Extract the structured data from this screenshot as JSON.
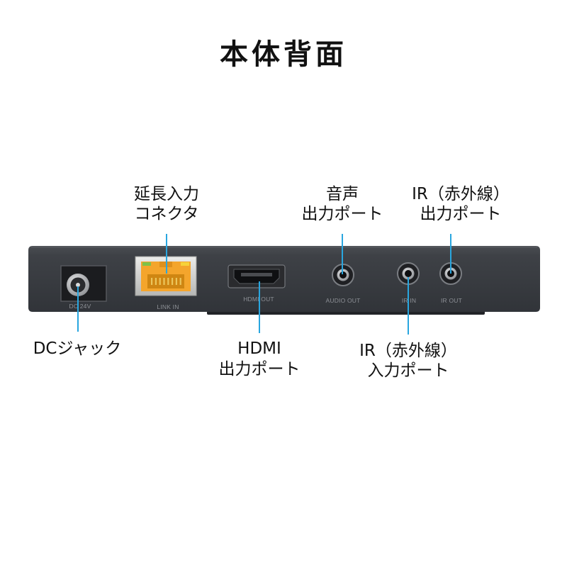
{
  "title": "本体背面",
  "device": {
    "panel_labels": {
      "dc": "DC 24V",
      "lan": "LINK IN",
      "hdmi": "HDMI OUT",
      "audio": "AUDIO OUT",
      "ir_in": "IR IN",
      "ir_out": "IR OUT"
    }
  },
  "callouts": {
    "extension_input": [
      "延長入力",
      "コネクタ"
    ],
    "audio_output": [
      "音声",
      "出力ポート"
    ],
    "ir_output": [
      "IR（赤外線）",
      "出力ポート"
    ],
    "dc_jack": [
      "DCジャック"
    ],
    "hdmi_output": [
      "HDMI",
      "出力ポート"
    ],
    "ir_input": [
      "IR（赤外線）",
      "入力ポート"
    ]
  },
  "icons": {
    "dc": "dc-power-jack-icon",
    "lan": "rj45-port-icon",
    "hdmi": "hdmi-port-icon",
    "audio": "audio-jack-icon",
    "ir_in": "ir-jack-icon",
    "ir_out": "ir-jack-icon"
  },
  "colors": {
    "callout_line": "#29a6df",
    "lan_connector": "#f4a52c",
    "lan_led_link": "#7ec24a",
    "lan_led_activity": "#f6d23a"
  }
}
